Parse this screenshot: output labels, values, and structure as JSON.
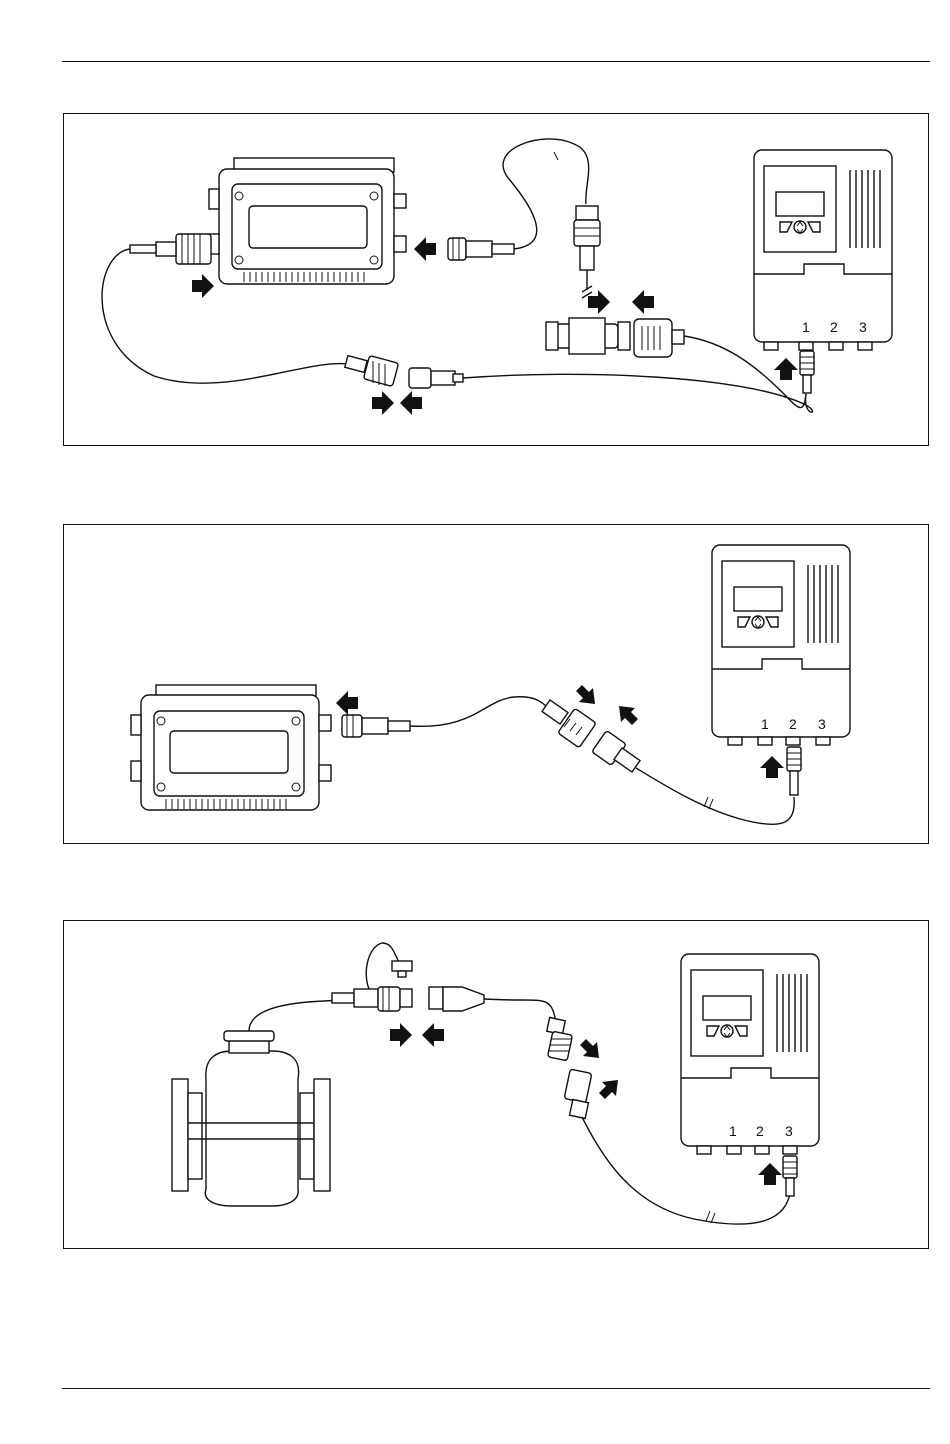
{
  "figures": [
    {
      "output_labels": [
        "1",
        "2",
        "3"
      ],
      "active_output": "1"
    },
    {
      "output_labels": [
        "1",
        "2",
        "3"
      ],
      "active_output": "2"
    },
    {
      "output_labels": [
        "1",
        "2",
        "3"
      ],
      "active_output": "3"
    }
  ]
}
